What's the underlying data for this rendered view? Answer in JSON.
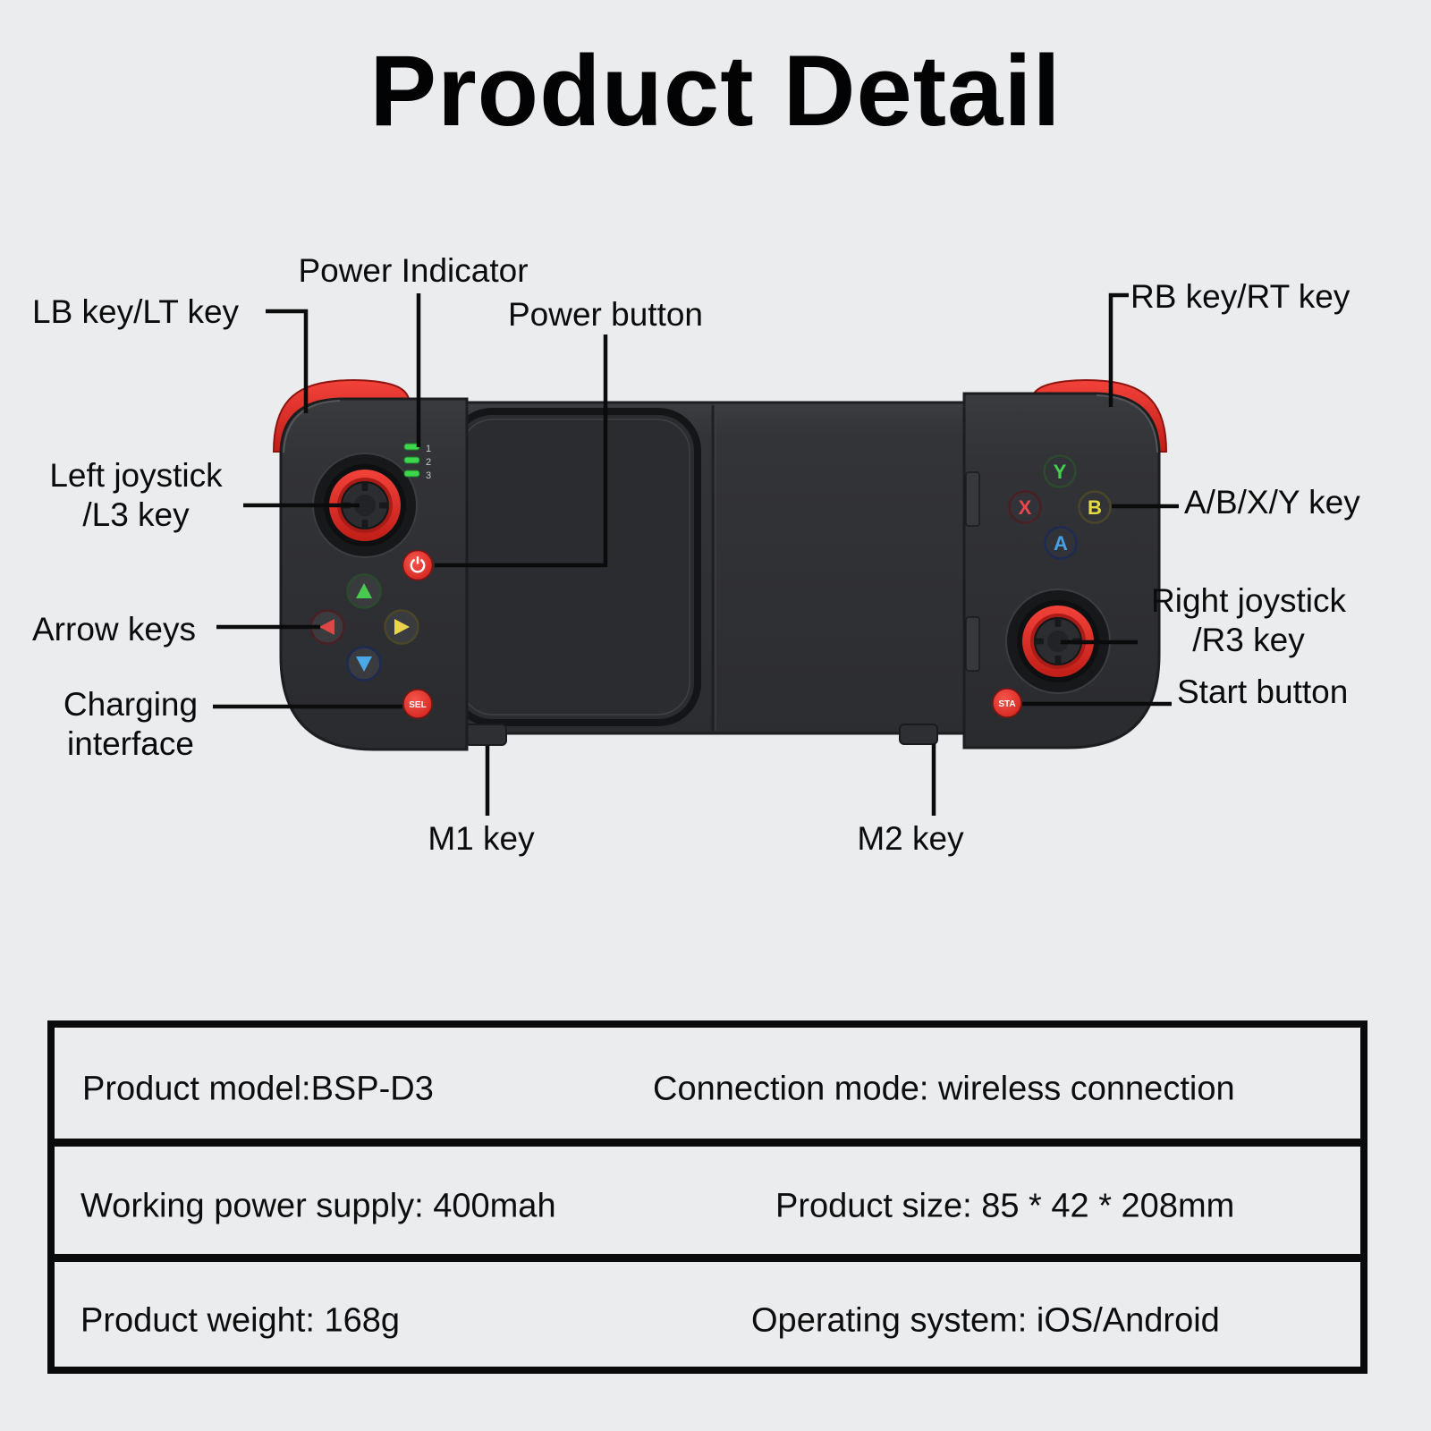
{
  "title": "Product Detail",
  "diagram": {
    "labels": {
      "power_indicator": "Power Indicator",
      "lb_key": "LB key/LT key",
      "power_button": "Power button",
      "rb_key": "RB key/RT key",
      "left_joystick_line1": "Left joystick",
      "left_joystick_line2": "/L3 key",
      "abxy_key": "A/B/X/Y key",
      "arrow_keys": "Arrow keys",
      "right_joystick_line1": "Right joystick",
      "right_joystick_line2": "/R3 key",
      "charging_line1": "Charging",
      "charging_line2": "interface",
      "start_button": "Start button",
      "m1_key": "M1 key",
      "m2_key": "M2 key"
    },
    "controller": {
      "power_leds": [
        "1",
        "2",
        "3"
      ],
      "face_buttons": {
        "y": "Y",
        "x": "X",
        "b": "B",
        "a": "A"
      },
      "select_label": "SEL",
      "start_label": "STA"
    },
    "colors": {
      "background": "#ebeced",
      "body": "#303134",
      "accent_red": "#e8312b",
      "led_green": "#3ed64d",
      "btn_y_letter": "#43d24b",
      "btn_x_letter": "#e8474d",
      "btn_b_letter": "#e3dc43",
      "btn_a_letter": "#44a0e8",
      "arrow_up": "#49c94f",
      "arrow_left": "#e04646",
      "arrow_right": "#e8d44d",
      "arrow_down": "#4aa8e8"
    }
  },
  "spec_table": {
    "rows": [
      {
        "left": "Product model:BSP-D3",
        "right": "Connection mode: wireless connection"
      },
      {
        "left": "Working power supply: 400mah",
        "right": "Product size: 85 * 42 * 208mm"
      },
      {
        "left": "Product weight: 168g",
        "right": "Operating system: iOS/Android"
      }
    ]
  }
}
